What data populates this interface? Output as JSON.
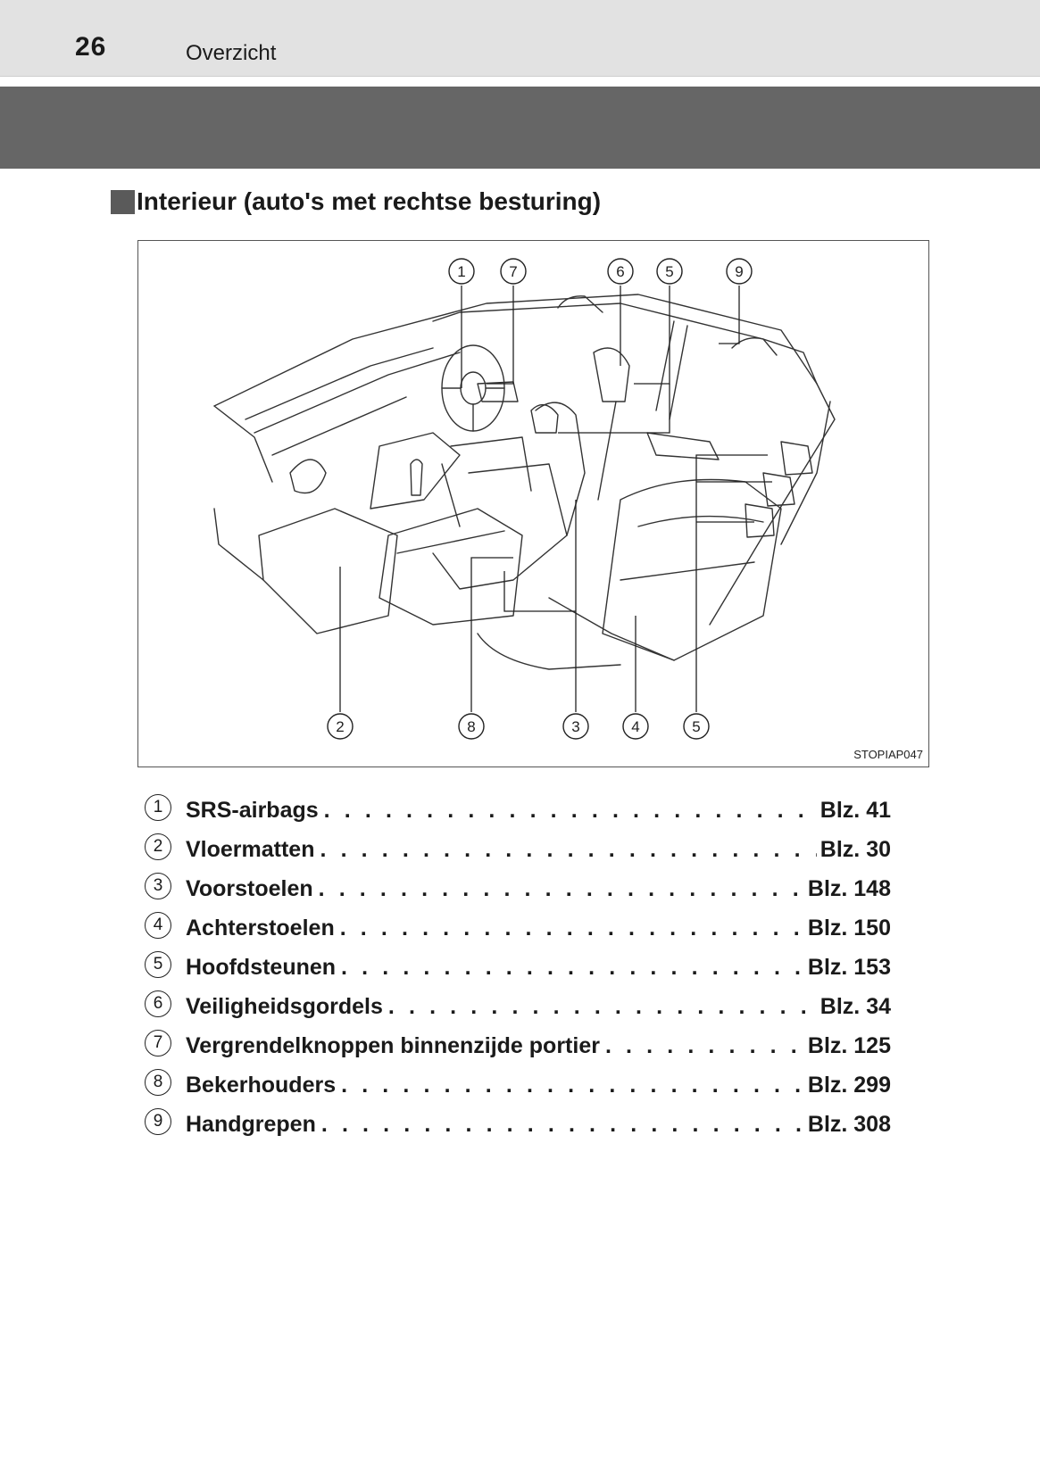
{
  "header": {
    "page_number": "26",
    "section": "Overzicht"
  },
  "heading": {
    "title": "Interieur (auto's met rechtse besturing)"
  },
  "figure": {
    "code": "STOPIAP047",
    "callouts_top": [
      "1",
      "7",
      "6",
      "5",
      "9"
    ],
    "callouts_bottom": [
      "2",
      "8",
      "3",
      "4",
      "5"
    ]
  },
  "items": [
    {
      "num": "1",
      "label": "SRS-airbags",
      "page": "Blz. 41"
    },
    {
      "num": "2",
      "label": "Vloermatten",
      "page": "Blz. 30"
    },
    {
      "num": "3",
      "label": "Voorstoelen",
      "page": "Blz. 148"
    },
    {
      "num": "4",
      "label": "Achterstoelen",
      "page": "Blz. 150"
    },
    {
      "num": "5",
      "label": "Hoofdsteunen",
      "page": "Blz. 153"
    },
    {
      "num": "6",
      "label": "Veiligheidsgordels",
      "page": "Blz. 34"
    },
    {
      "num": "7",
      "label": "Vergrendelknoppen binnenzijde portier",
      "page": "Blz. 125"
    },
    {
      "num": "8",
      "label": "Bekerhouders",
      "page": "Blz. 299"
    },
    {
      "num": "9",
      "label": "Handgrepen",
      "page": "Blz. 308"
    }
  ],
  "colors": {
    "band": "#666666",
    "topbar": "#e2e2e2"
  }
}
